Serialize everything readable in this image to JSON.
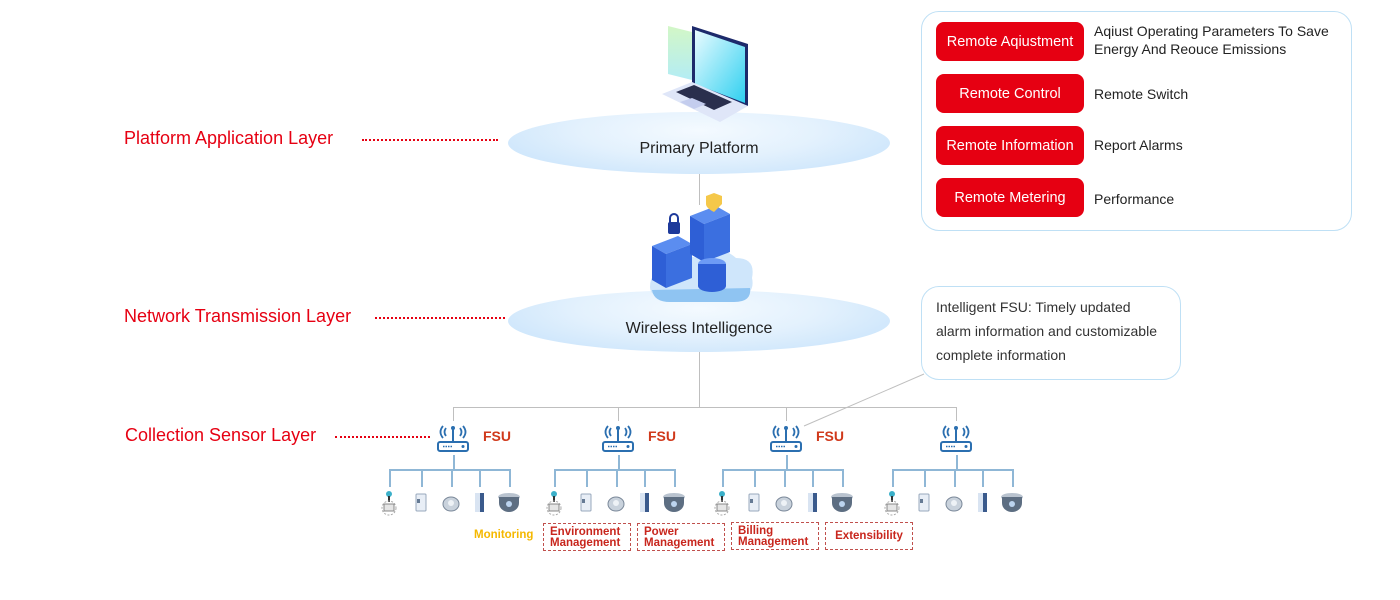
{
  "layers": [
    {
      "label": "Platform Application Layer"
    },
    {
      "label": "Network Transmission Layer"
    },
    {
      "label": "Collection Sensor Layer"
    }
  ],
  "platform": {
    "label": "Primary Platform"
  },
  "network": {
    "label": "Wireless Intelligence"
  },
  "fsu_units": [
    {
      "label": "FSU"
    },
    {
      "label": "FSU"
    },
    {
      "label": "FSU"
    },
    {
      "label": ""
    }
  ],
  "sensor_icons": [
    "water-sensor-icon",
    "smoke-detector-icon",
    "temperature-sensor-icon",
    "power-cabinet-icon",
    "camera-icon"
  ],
  "functions": {
    "monitoring": "Monitoring",
    "boxes": [
      {
        "line1": "Environment",
        "line2": "Management"
      },
      {
        "line1": "Power",
        "line2": "Management"
      },
      {
        "line1": "Billing",
        "line2": "Management"
      },
      {
        "line1": "Extensibility",
        "line2": ""
      }
    ]
  },
  "remote_panel": {
    "items": [
      {
        "button": "Remote Aqiustment",
        "desc": "Aqiust Operating Parameters To Save Energy And Reouce Emissions"
      },
      {
        "button": "Remote Control",
        "desc": "Remote Switch"
      },
      {
        "button": "Remote Information",
        "desc": "Report Alarms"
      },
      {
        "button": "Remote Metering",
        "desc": "Performance"
      }
    ]
  },
  "callout": {
    "text": "Intelligent FSU: Timely updated alarm information and customizable complete information"
  },
  "colors": {
    "accent_red": "#e60012",
    "fsu_label": "#d0391b",
    "monitoring": "#f5b800",
    "ellipse_blue": "#c2e0fb"
  }
}
